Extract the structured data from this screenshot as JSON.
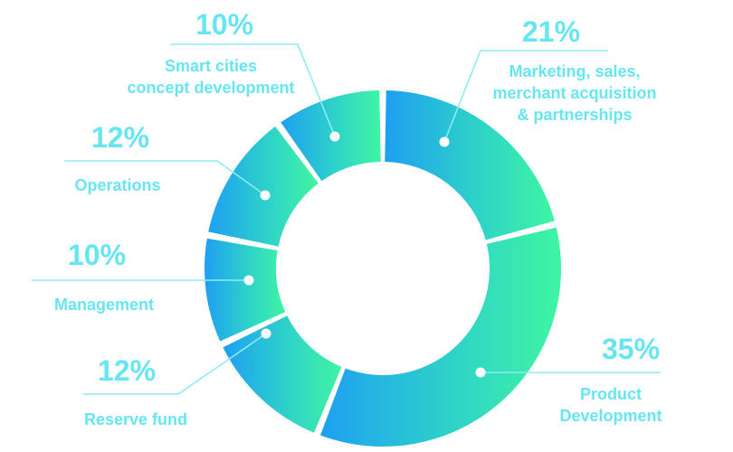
{
  "chart_data": {
    "type": "pie",
    "variant": "donut",
    "title": "",
    "slices": [
      {
        "label": "Marketing, sales,\nmerchant acquisition\n& partnerships",
        "value": 21,
        "value_label": "21%"
      },
      {
        "label": "Product\nDevelopment",
        "value": 35,
        "value_label": "35%"
      },
      {
        "label": "Reserve fund",
        "value": 12,
        "value_label": "12%"
      },
      {
        "label": "Management",
        "value": 10,
        "value_label": "10%"
      },
      {
        "label": "Operations",
        "value": 12,
        "value_label": "12%"
      },
      {
        "label": "Smart cities\nconcept development",
        "value": 10,
        "value_label": "10%"
      }
    ],
    "colors": {
      "gradient_start": "#1E9FF2",
      "gradient_mid": "#2ED3C8",
      "gradient_end": "#3FF5A2",
      "text": "#67E6F2",
      "leader": "#8DEBF4",
      "dot": "#FFFFFF"
    }
  }
}
